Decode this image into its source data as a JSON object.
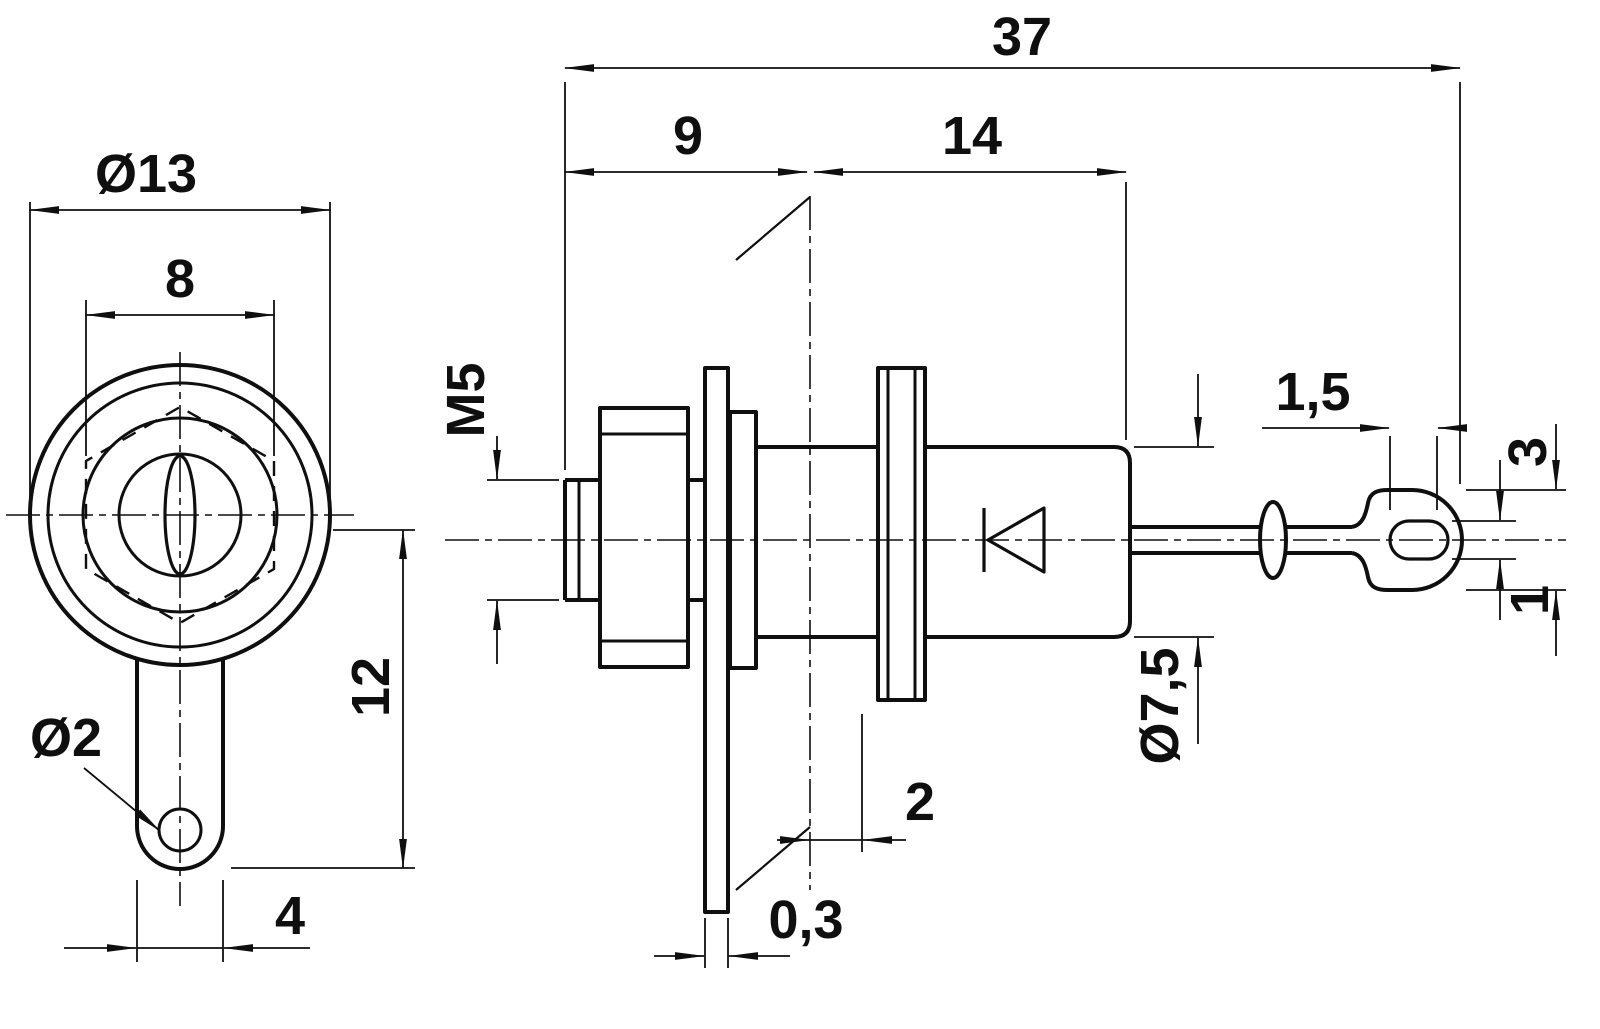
{
  "colors": {
    "line": "#0f0f0f",
    "background": "#ffffff"
  },
  "front_view": {
    "outer_diameter": "Ø13",
    "across_flats": "8",
    "lug_length": "12",
    "hole_diameter": "Ø2",
    "lug_width": "4"
  },
  "side_view": {
    "overall_length": "37",
    "thread_length": "9",
    "body_length": "14",
    "thread": "M5",
    "body_diameter": "Ø7,5",
    "bead_offset": "1,5",
    "terminal_width": "3",
    "slot_width": "1",
    "flange_gap": "2",
    "lug_thickness": "0,3"
  }
}
